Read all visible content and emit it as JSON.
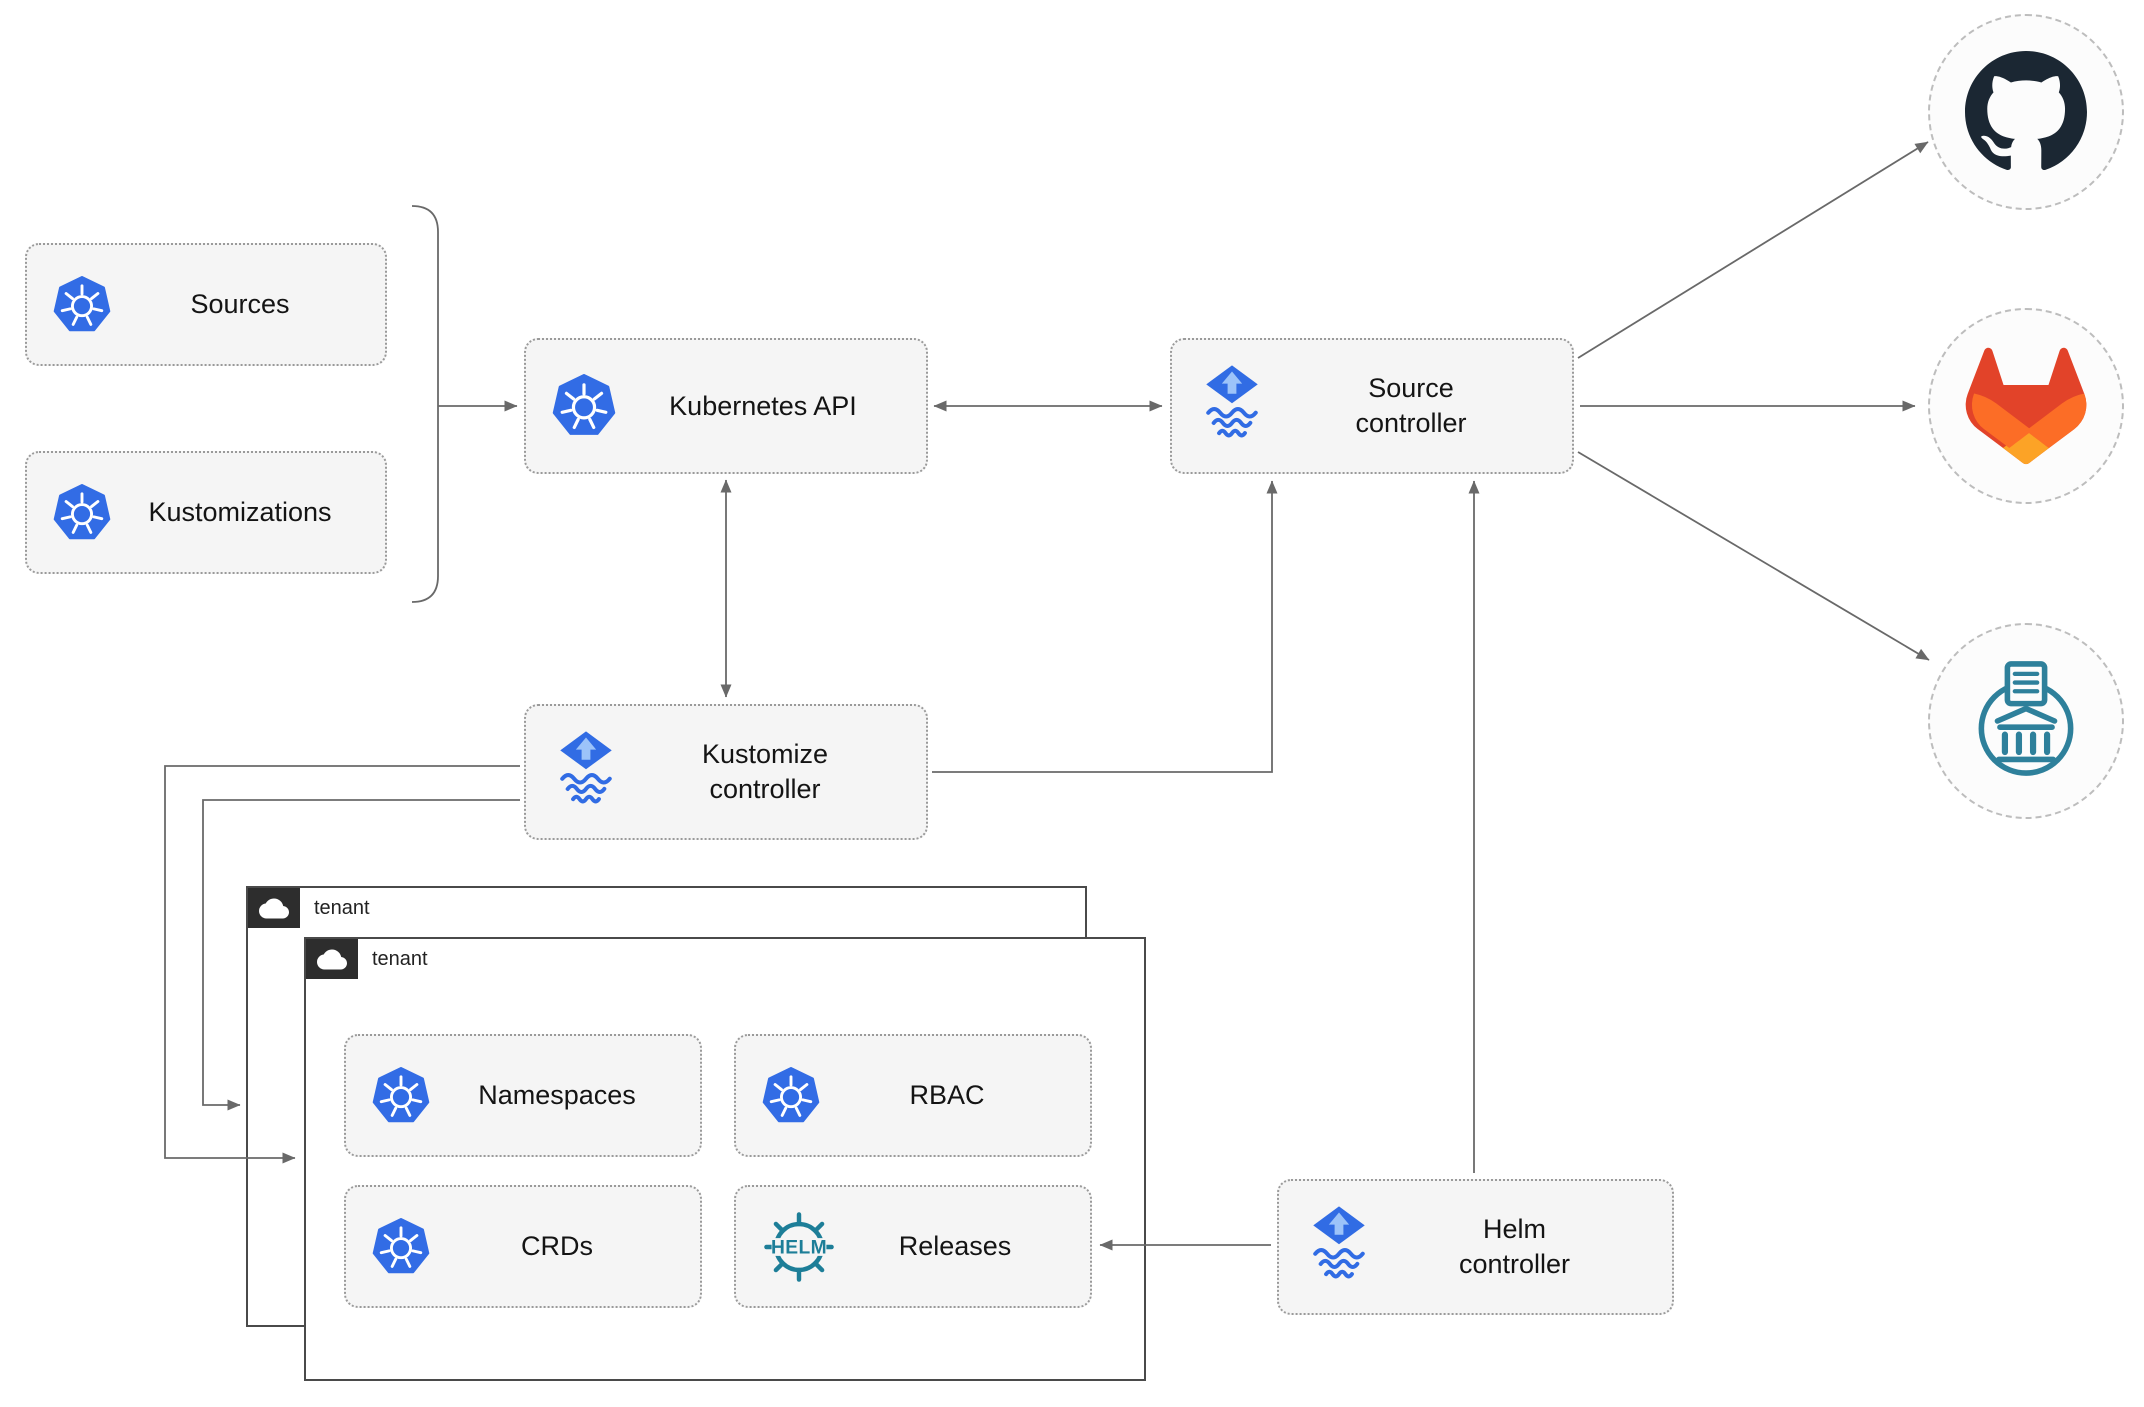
{
  "diagram": {
    "nodes": {
      "sources": "Sources",
      "kustomizations": "Kustomizations",
      "kubernetes_api": "Kubernetes API",
      "source_controller": "Source\ncontroller",
      "kustomize_controller": "Kustomize\ncontroller",
      "helm_controller": "Helm\ncontroller",
      "namespaces": "Namespaces",
      "rbac": "RBAC",
      "crds": "CRDs",
      "releases": "Releases"
    },
    "groups": {
      "tenant_back": "tenant",
      "tenant_front": "tenant"
    },
    "icons": {
      "helm_wordmark": "HELM",
      "kubernetes": "kubernetes-logo",
      "flux": "flux-logo",
      "github": "github-logo",
      "gitlab": "gitlab-logo",
      "chartmuseum": "chartmuseum-logo",
      "cloud": "cloud-icon"
    },
    "colors": {
      "kubernetes_blue": "#326ce5",
      "flux_blue": "#316ce4",
      "flux_arrow_light": "#9cc3f9",
      "helm_teal": "#1d7e98",
      "github_dark": "#1b2733",
      "gitlab_red": "#e24329",
      "gitlab_orange": "#fc6d26",
      "gitlab_yellow": "#fca326",
      "chartmuseum_teal": "#2e809b",
      "box_fill": "#f5f5f5",
      "box_border": "#9a9a9a",
      "arrow_gray": "#696969",
      "tenant_tab_dark": "#2d2d2d"
    }
  }
}
